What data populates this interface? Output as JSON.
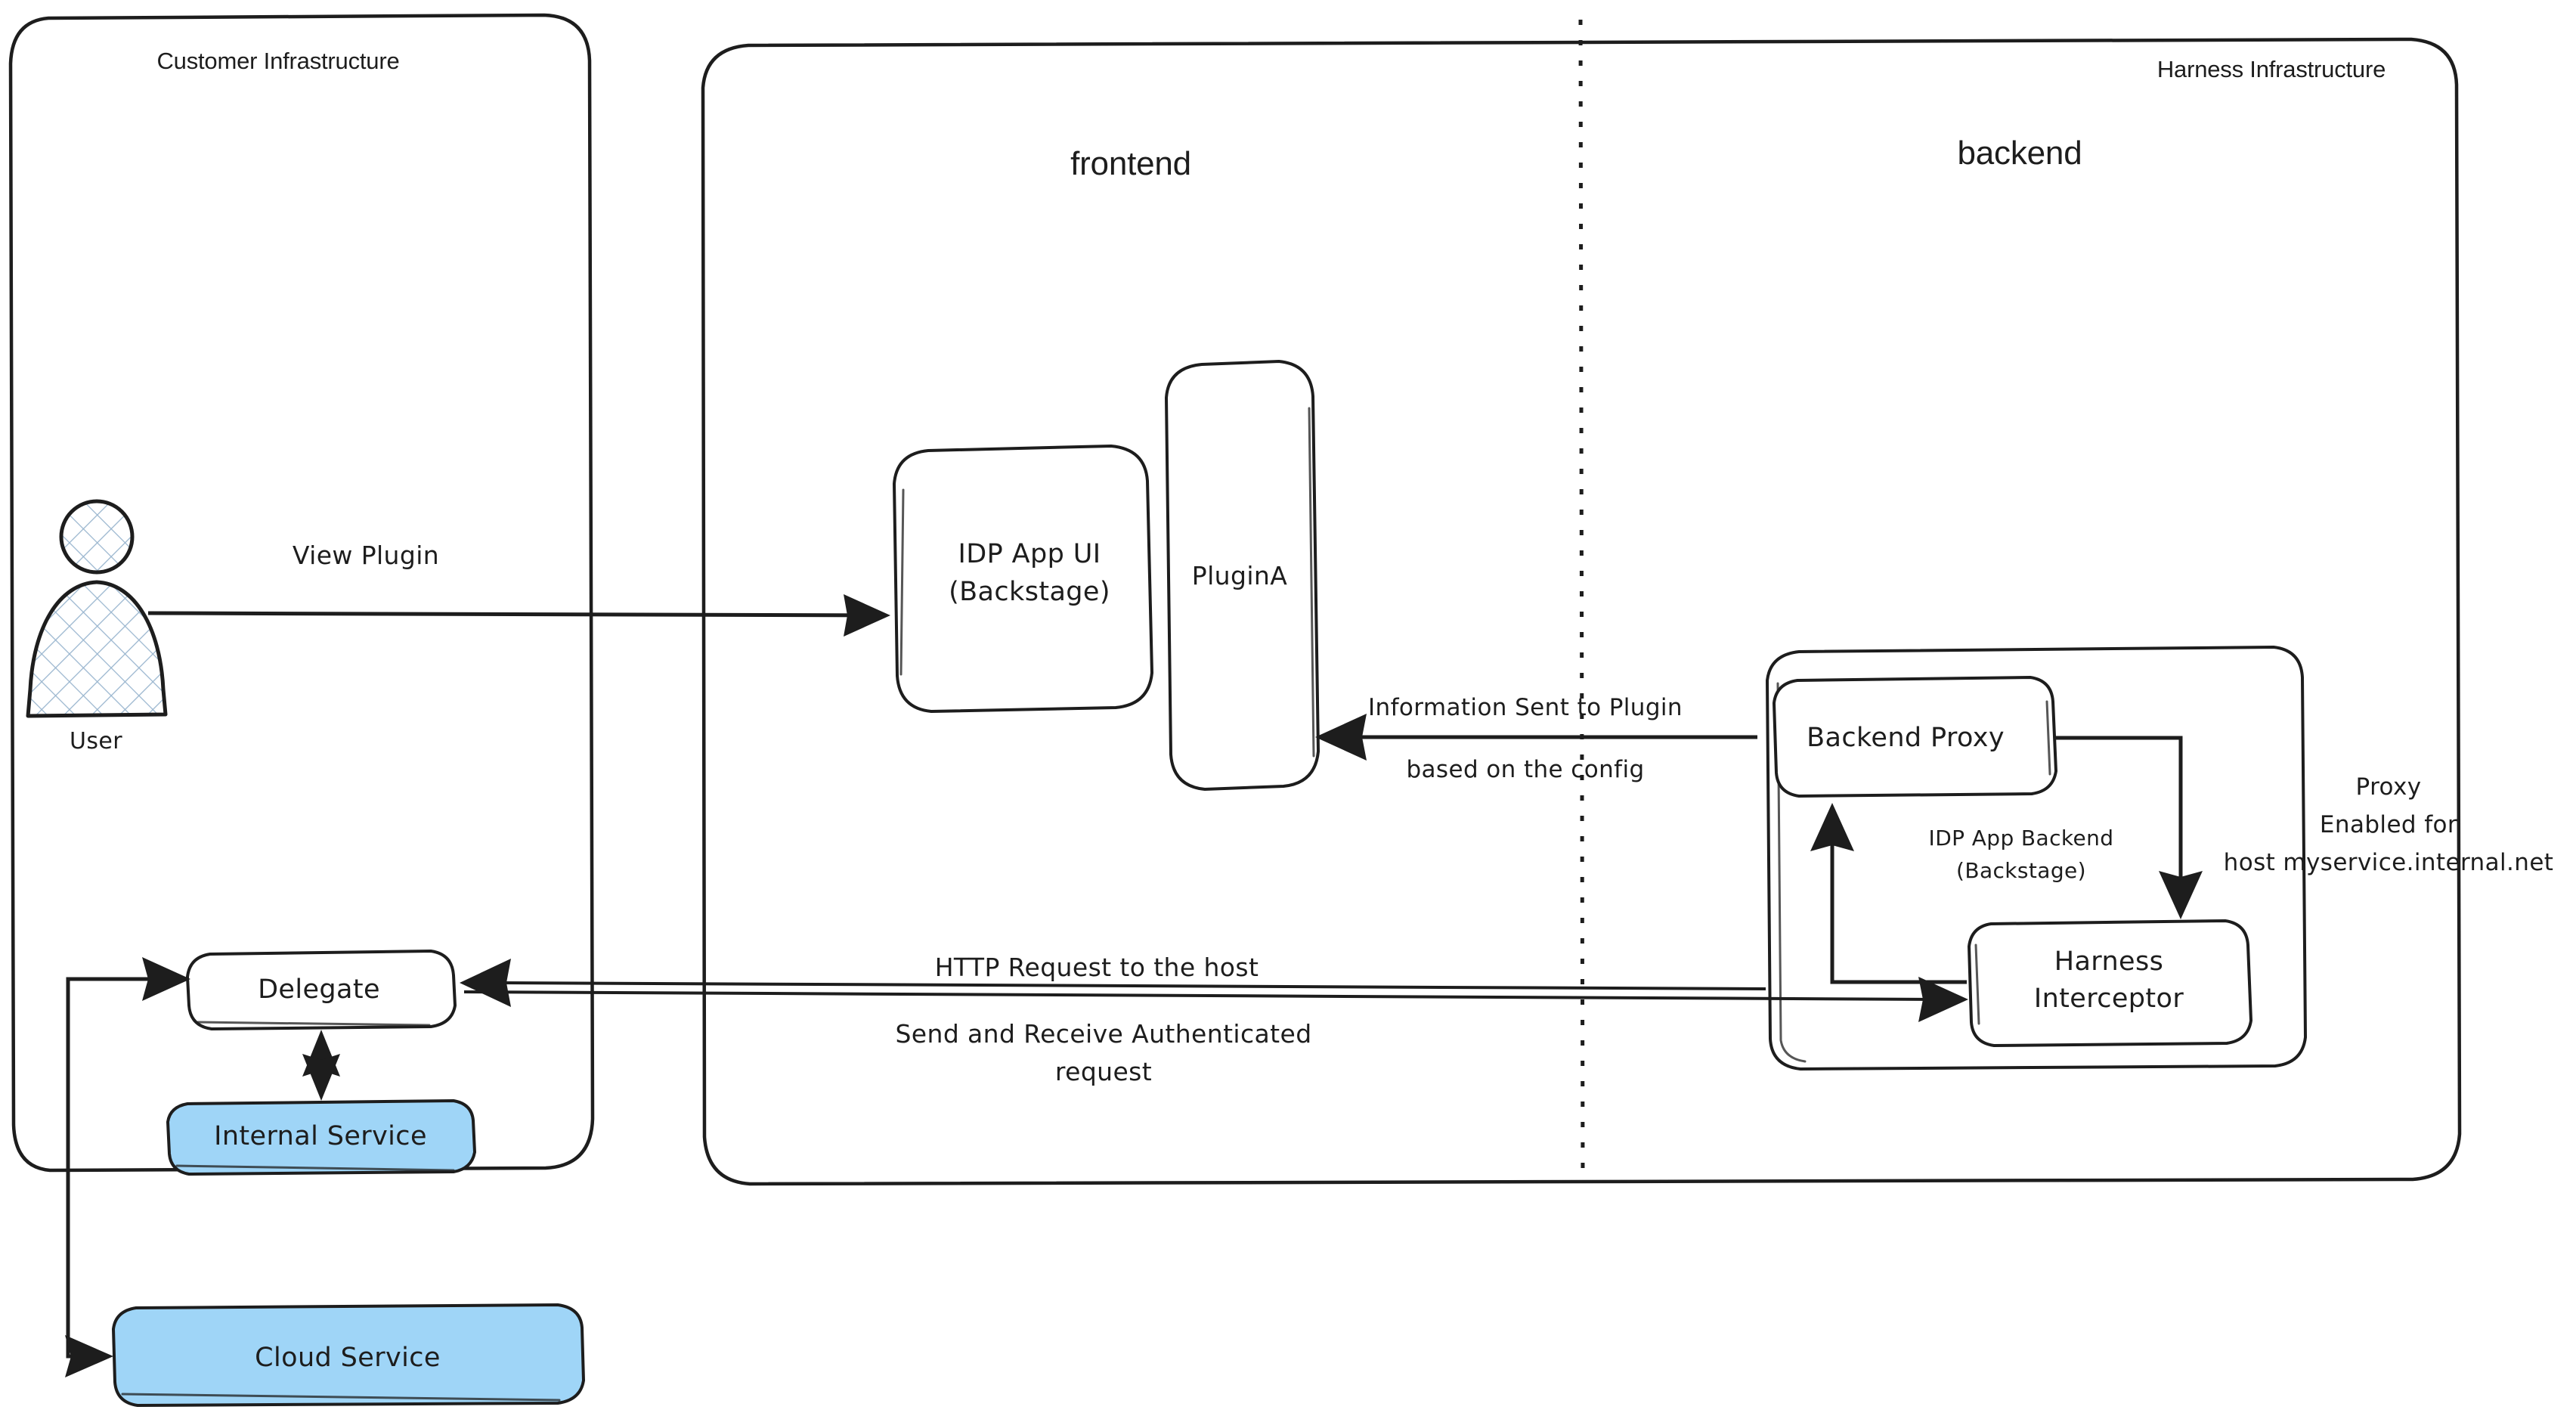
{
  "diagram": {
    "title": "Harness IDP Plugin Proxy Architecture",
    "style": "hand-drawn",
    "colors": {
      "stroke": "#1d1d1d",
      "background": "#ffffff",
      "service_fill": "#9fd5f7",
      "box_fill": "#ffffff"
    }
  },
  "panels": {
    "customer": {
      "label": "Customer Infrastructure"
    },
    "harness": {
      "label": "Harness Infrastructure",
      "layers": [
        {
          "label": "frontend"
        },
        {
          "label": "backend"
        }
      ]
    }
  },
  "actors": {
    "user": {
      "label": "User",
      "icon": "user-avatar-icon"
    }
  },
  "nodes": {
    "idp_app_ui": {
      "label": "IDP App UI\n(Backstage)",
      "line1": "IDP App UI",
      "line2": "(Backstage)"
    },
    "plugin_a": {
      "label": "PluginA"
    },
    "backend_proxy": {
      "label": "Backend Proxy"
    },
    "harness_interceptor": {
      "label": "Harness\nInterceptor",
      "line1": "Harness",
      "line2": "Interceptor"
    },
    "idp_app_backend": {
      "label": "IDP App Backend\n(Backstage)",
      "line1": "IDP App Backend",
      "line2": "(Backstage)"
    },
    "delegate": {
      "label": "Delegate"
    },
    "internal_service": {
      "label": "Internal Service"
    },
    "cloud_service": {
      "label": "Cloud Service"
    }
  },
  "edges": {
    "view_plugin": {
      "label": "View Plugin"
    },
    "info_sent_line1": {
      "label": "Information Sent to Plugin"
    },
    "info_sent_line2": {
      "label": "based on the config"
    },
    "http_request": {
      "label": "HTTP Request to the host"
    },
    "send_receive_line1": {
      "label": "Send and Receive Authenticated"
    },
    "send_receive_line2": {
      "label": "request"
    },
    "proxy_enabled_line1": {
      "label": "Proxy"
    },
    "proxy_enabled_line2": {
      "label": "Enabled for"
    },
    "proxy_enabled_line3": {
      "label": "host myservice.internal.net"
    }
  }
}
